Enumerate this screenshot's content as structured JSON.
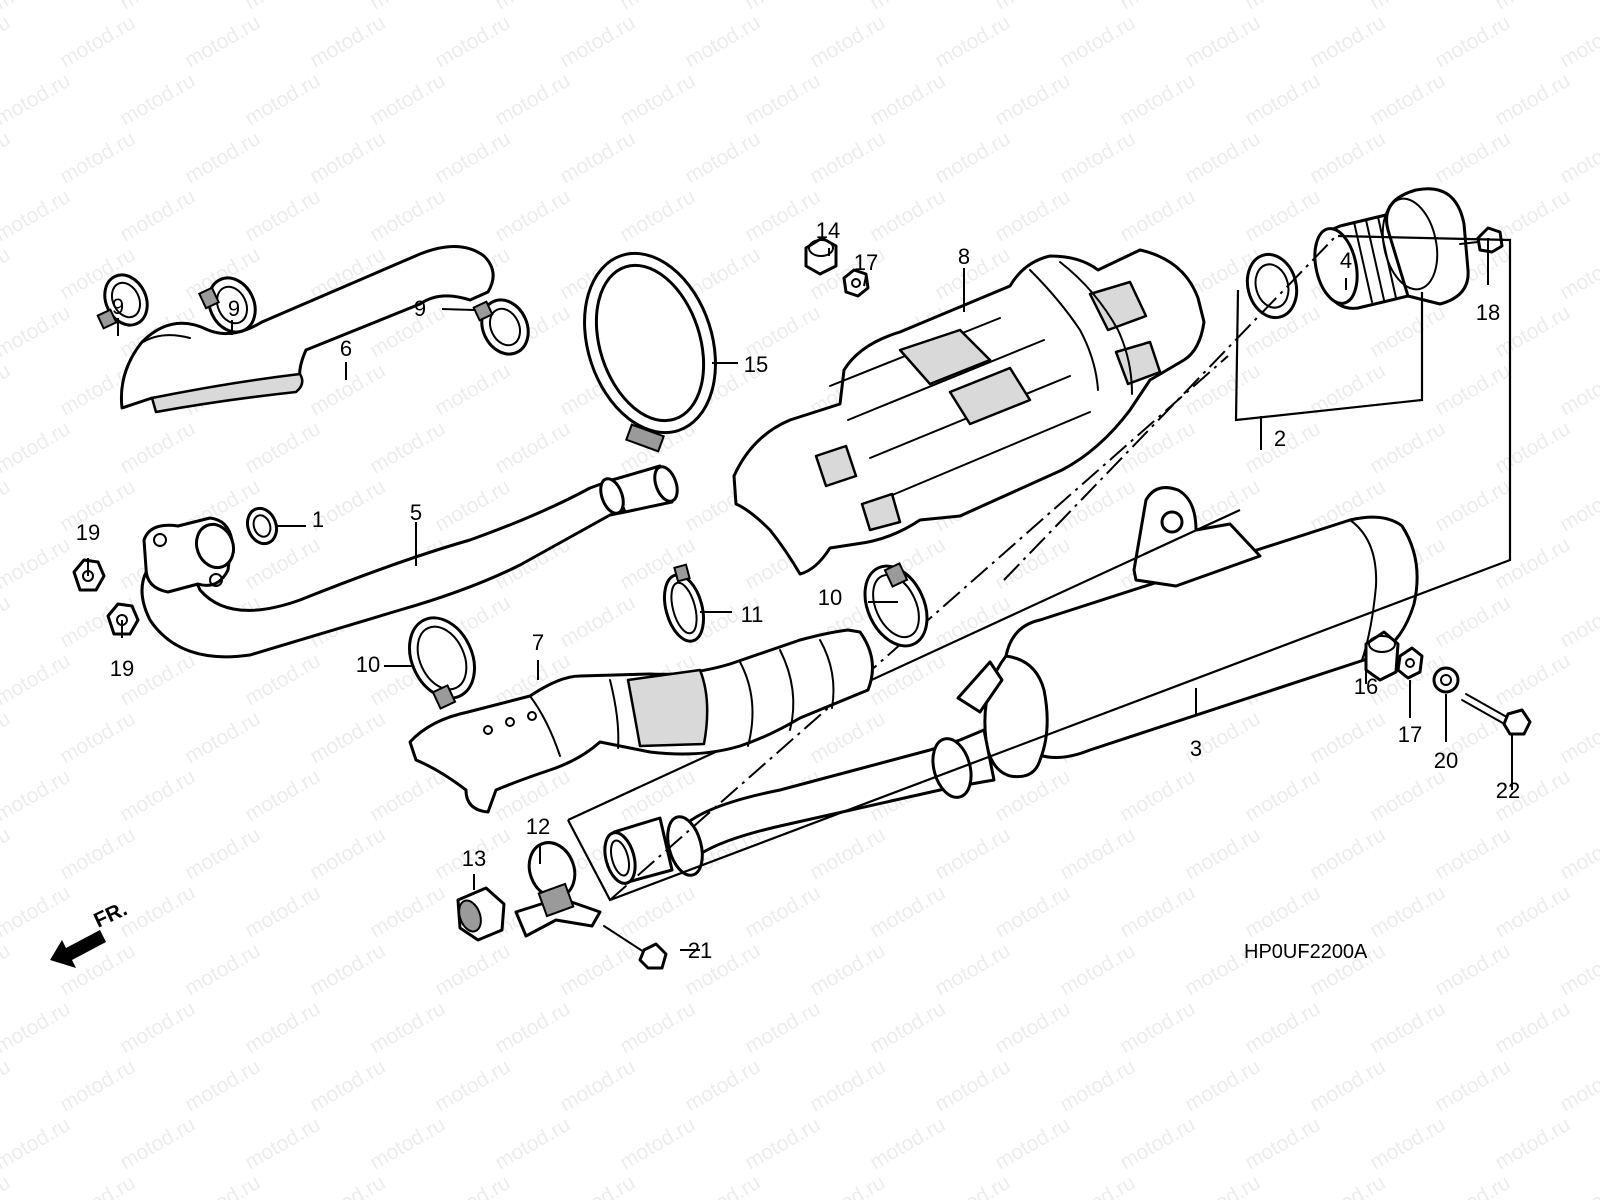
{
  "diagram": {
    "drawing_code": "HP0UF2200A",
    "front_marker": "FR.",
    "watermark": "motod.ru",
    "callouts": [
      {
        "id": "c1",
        "label": "1"
      },
      {
        "id": "c2",
        "label": "2"
      },
      {
        "id": "c3",
        "label": "3"
      },
      {
        "id": "c4",
        "label": "4"
      },
      {
        "id": "c5",
        "label": "5"
      },
      {
        "id": "c6",
        "label": "6"
      },
      {
        "id": "c7",
        "label": "7"
      },
      {
        "id": "c8",
        "label": "8"
      },
      {
        "id": "c9a",
        "label": "9"
      },
      {
        "id": "c9b",
        "label": "9"
      },
      {
        "id": "c9c",
        "label": "9"
      },
      {
        "id": "c10a",
        "label": "10"
      },
      {
        "id": "c10b",
        "label": "10"
      },
      {
        "id": "c11",
        "label": "11"
      },
      {
        "id": "c12",
        "label": "12"
      },
      {
        "id": "c13",
        "label": "13"
      },
      {
        "id": "c14",
        "label": "14"
      },
      {
        "id": "c15",
        "label": "15"
      },
      {
        "id": "c16",
        "label": "16"
      },
      {
        "id": "c17a",
        "label": "17"
      },
      {
        "id": "c17b",
        "label": "17"
      },
      {
        "id": "c18",
        "label": "18"
      },
      {
        "id": "c19a",
        "label": "19"
      },
      {
        "id": "c19b",
        "label": "19"
      },
      {
        "id": "c20",
        "label": "20"
      },
      {
        "id": "c21",
        "label": "21"
      },
      {
        "id": "c22",
        "label": "22"
      }
    ]
  }
}
